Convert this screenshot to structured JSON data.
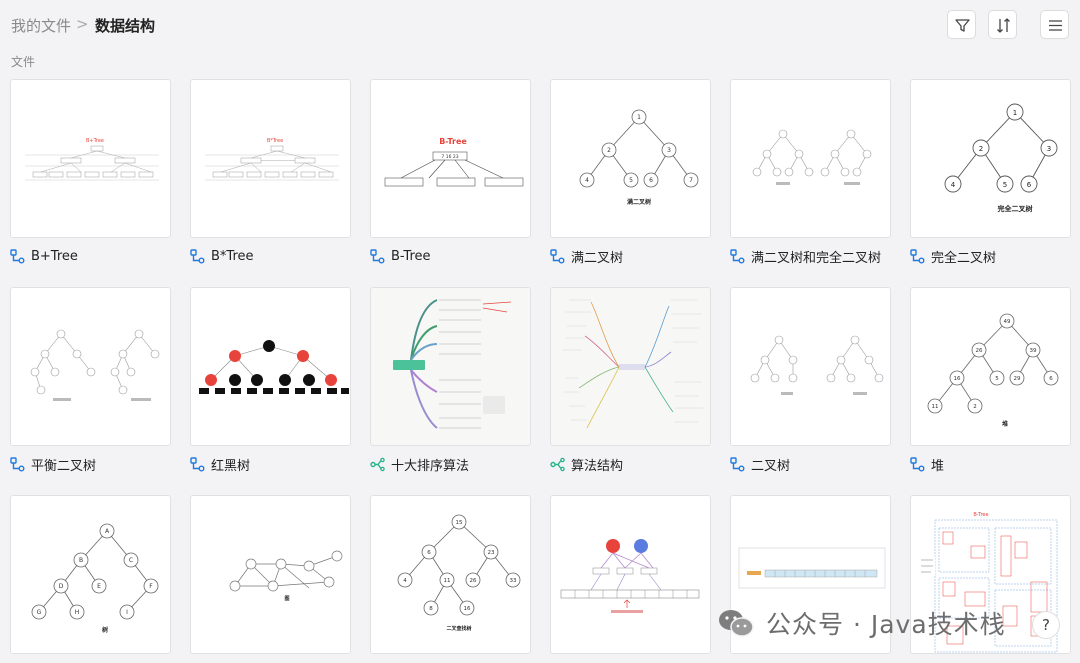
{
  "breadcrumb": {
    "root": "我的文件",
    "separator": ">",
    "current": "数据结构"
  },
  "toolbar": {
    "filter_icon": "filter-icon",
    "sort_icon": "sort-icon",
    "menu_icon": "menu-icon"
  },
  "section_label": "文件",
  "files": [
    {
      "name": "B+Tree",
      "icon": "flowchart-icon"
    },
    {
      "name": "B*Tree",
      "icon": "flowchart-icon"
    },
    {
      "name": "B-Tree",
      "icon": "flowchart-icon"
    },
    {
      "name": "满二叉树",
      "icon": "flowchart-icon"
    },
    {
      "name": "满二叉树和完全二叉树",
      "icon": "flowchart-icon"
    },
    {
      "name": "完全二叉树",
      "icon": "flowchart-icon"
    },
    {
      "name": "平衡二叉树",
      "icon": "flowchart-icon"
    },
    {
      "name": "红黑树",
      "icon": "flowchart-icon"
    },
    {
      "name": "十大排序算法",
      "icon": "mindmap-icon"
    },
    {
      "name": "算法结构",
      "icon": "mindmap-icon"
    },
    {
      "name": "二叉树",
      "icon": "flowchart-icon"
    },
    {
      "name": "堆",
      "icon": "flowchart-icon"
    }
  ],
  "thumb_text": {
    "btree_plus": "B+Tree",
    "btree_star": "B*Tree",
    "btree_minus": "B-Tree",
    "btree_minus_root": "7  16  23",
    "full_tree_caption": "满二叉树",
    "complete_tree_caption": "完全二叉树",
    "heap_caption": "堆",
    "tree_caption": "树",
    "graph_caption": "图",
    "bst_caption": "二叉查找树",
    "btree_small": "B-Tree",
    "nodes_full": [
      "1",
      "2",
      "3",
      "4",
      "5",
      "6",
      "7"
    ],
    "nodes_complete": [
      "1",
      "2",
      "3",
      "4",
      "5",
      "6"
    ],
    "nodes_heap": [
      "49",
      "26",
      "39",
      "16",
      "5",
      "29",
      "6",
      "11",
      "2"
    ],
    "nodes_tree": [
      "A",
      "B",
      "C",
      "D",
      "E",
      "F",
      "G",
      "H",
      "I"
    ],
    "nodes_bst": [
      "15",
      "6",
      "23",
      "4",
      "11",
      "26",
      "33",
      "8",
      "16"
    ]
  },
  "watermark": "公众号 · Java技术栈",
  "help_label": "?",
  "colors": {
    "accent": "#1f7ae0",
    "mindmap": "#26b38a",
    "red": "#e8433a",
    "black": "#111111"
  }
}
